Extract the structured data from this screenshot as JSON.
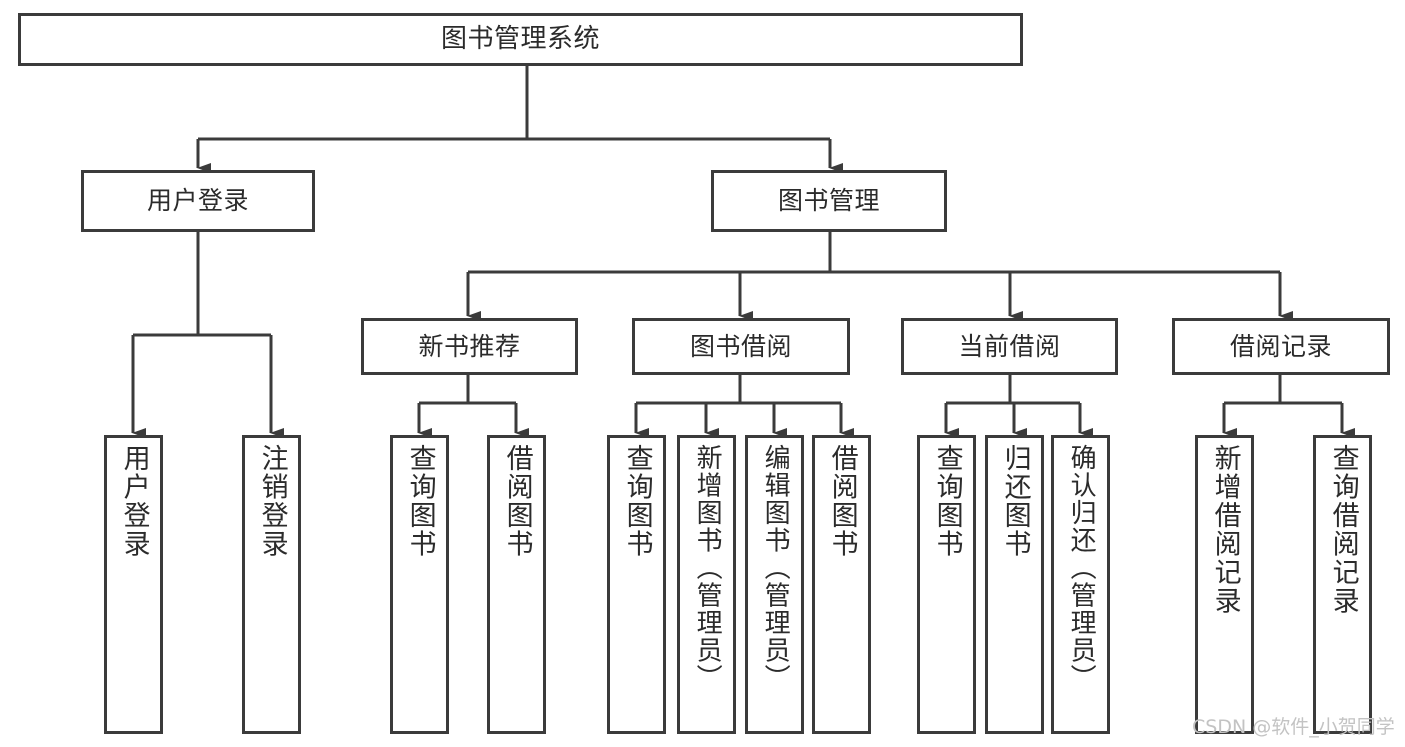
{
  "diagram": {
    "title": "图书管理系统",
    "type": "hierarchy-tree",
    "background_color": "#ffffff",
    "border_color": "#3b3b3b",
    "text_color": "#2b2b2b",
    "nodes": {
      "root": {
        "label": "图书管理系统"
      },
      "level2": [
        {
          "id": "user-login",
          "label": "用户登录"
        },
        {
          "id": "book-manage",
          "label": "图书管理"
        }
      ],
      "level3": [
        {
          "id": "new-book-recommend",
          "label": "新书推荐"
        },
        {
          "id": "book-borrow",
          "label": "图书借阅"
        },
        {
          "id": "current-borrow",
          "label": "当前借阅"
        },
        {
          "id": "borrow-record",
          "label": "借阅记录"
        }
      ],
      "leaves": {
        "user_login": [
          {
            "id": "leaf-user-login",
            "label": "用户登录"
          },
          {
            "id": "leaf-logout",
            "label": "注销登录"
          }
        ],
        "new_book_recommend": [
          {
            "id": "leaf-query-book-1",
            "label": "查询图书"
          },
          {
            "id": "leaf-borrow-book-1",
            "label": "借阅图书"
          }
        ],
        "book_borrow": [
          {
            "id": "leaf-query-book-2",
            "label": "查询图书"
          },
          {
            "id": "leaf-add-book",
            "label": "新增图书（管理员）"
          },
          {
            "id": "leaf-edit-book",
            "label": "编辑图书（管理员）"
          },
          {
            "id": "leaf-borrow-book-2",
            "label": "借阅图书"
          }
        ],
        "current_borrow": [
          {
            "id": "leaf-query-book-3",
            "label": "查询图书"
          },
          {
            "id": "leaf-return-book",
            "label": "归还图书"
          },
          {
            "id": "leaf-confirm-return",
            "label": "确认归还（管理员）"
          }
        ],
        "borrow_record": [
          {
            "id": "leaf-add-record",
            "label": "新增借阅记录"
          },
          {
            "id": "leaf-query-record",
            "label": "查询借阅记录"
          }
        ]
      }
    },
    "watermark": "CSDN @软件_小贺同学"
  }
}
